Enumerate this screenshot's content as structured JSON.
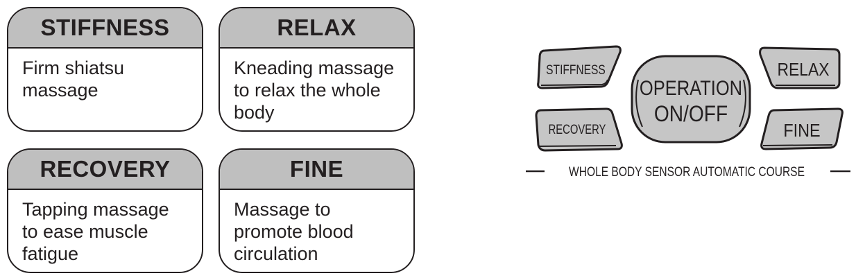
{
  "cards": [
    {
      "title": "STIFFNESS",
      "lines": [
        "Firm shiatsu",
        "massage"
      ]
    },
    {
      "title": "RELAX",
      "lines": [
        "Kneading massage",
        "to relax the whole",
        "body"
      ]
    },
    {
      "title": "RECOVERY",
      "lines": [
        "Tapping massage",
        "to ease muscle",
        "fatigue"
      ]
    },
    {
      "title": "FINE",
      "lines": [
        "Massage to",
        "promote blood",
        "circulation"
      ]
    }
  ],
  "panel": {
    "stiffness": "STIFFNESS",
    "recovery": "RECOVERY",
    "operation_line1": "OPERATION",
    "operation_line2": "ON/OFF",
    "relax": "RELAX",
    "fine": "FINE",
    "caption": "WHOLE BODY SENSOR AUTOMATIC COURSE"
  },
  "colors": {
    "button_fill": "#c6c6c6",
    "header_fill": "#bfbfbf",
    "ink": "#231f20"
  }
}
